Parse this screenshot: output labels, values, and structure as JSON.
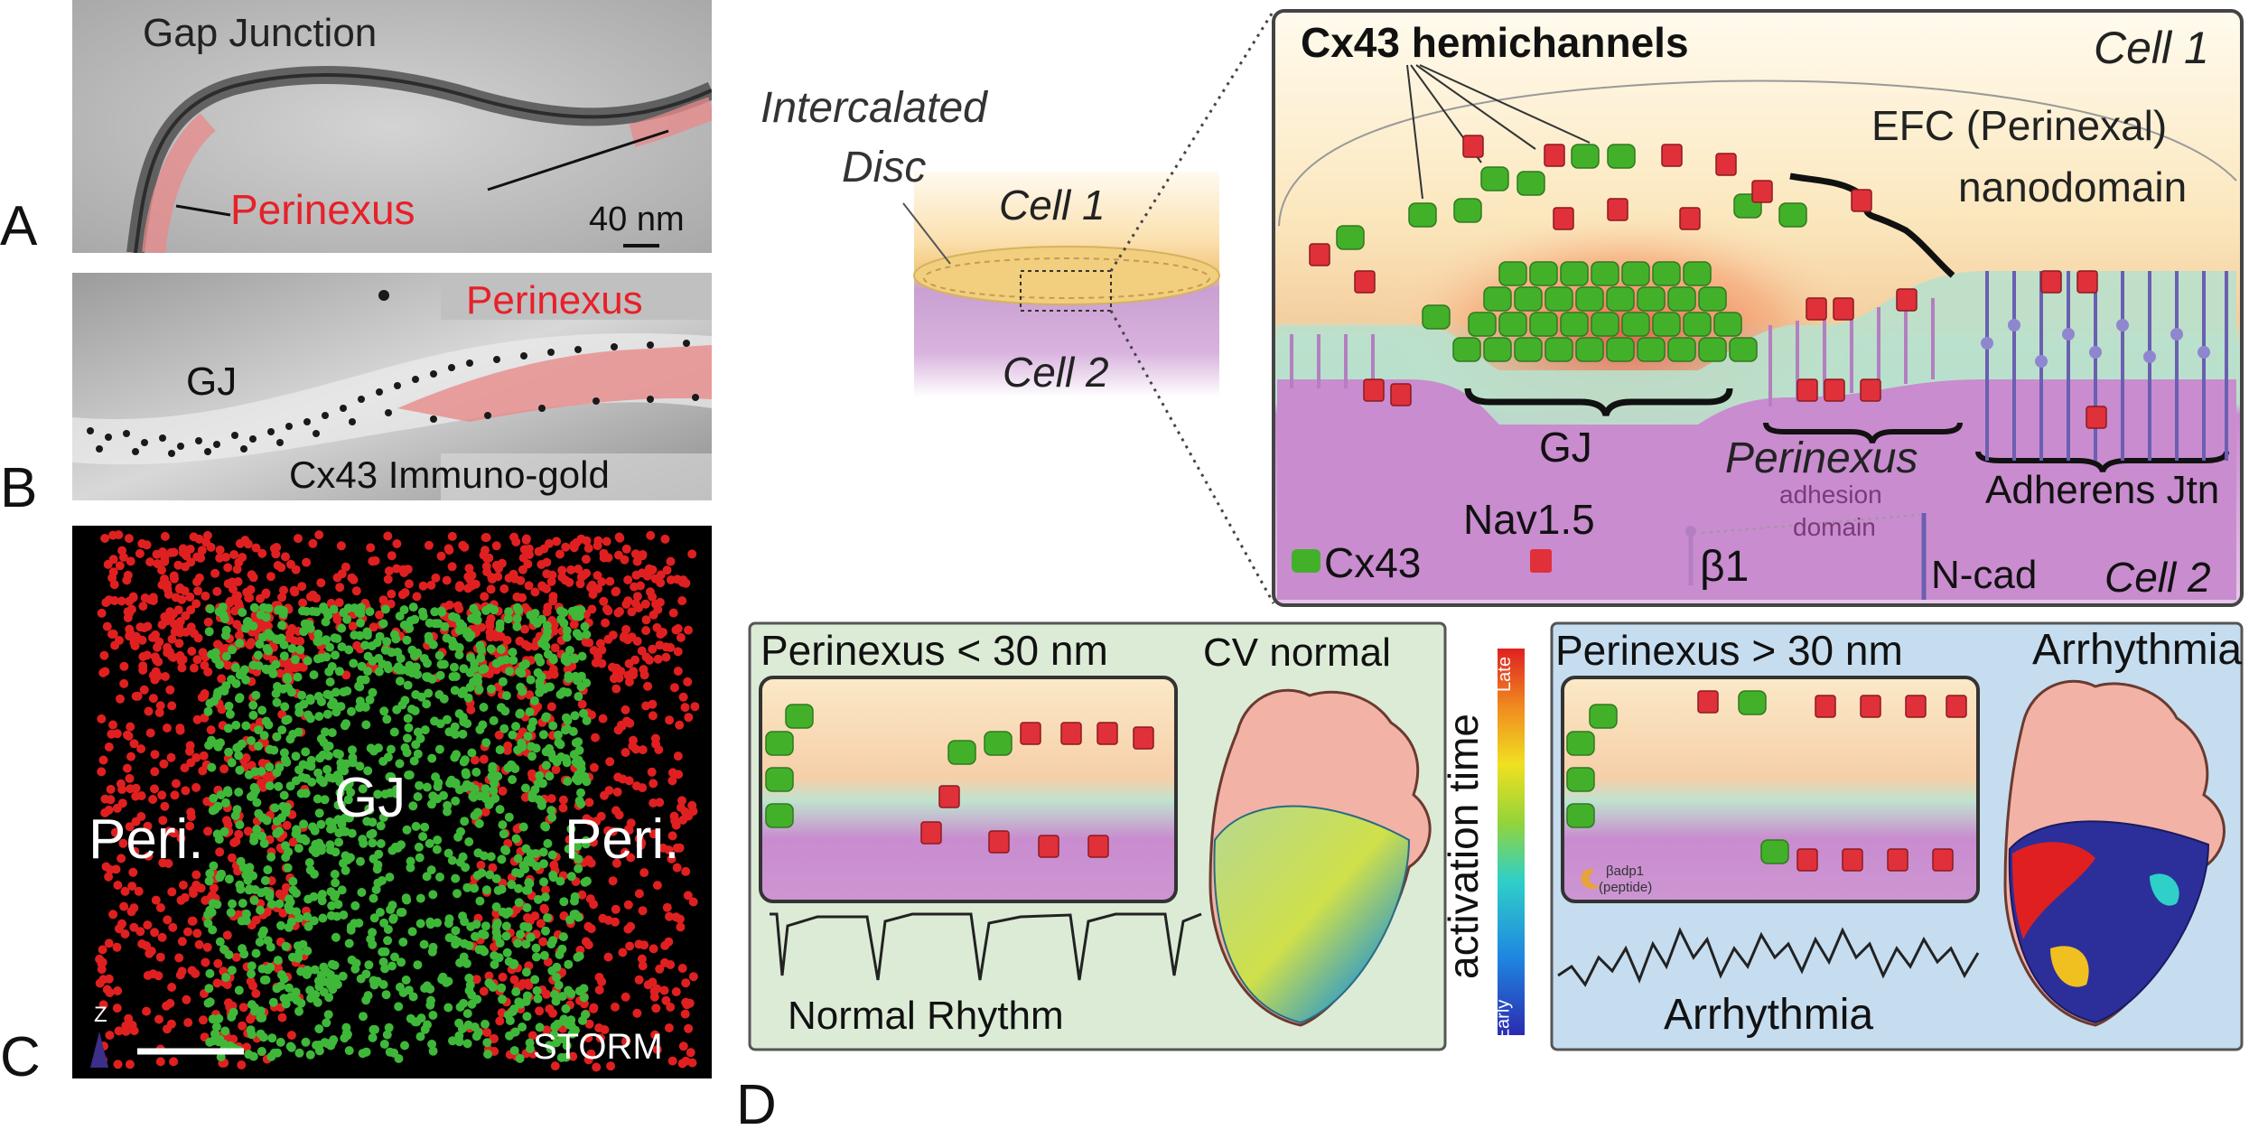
{
  "panel_letters": {
    "a": "A",
    "b": "B",
    "c": "C",
    "d": "D"
  },
  "panel_a": {
    "title": "Gap Junction",
    "perinexus": "Perinexus",
    "scale": "40 nm"
  },
  "panel_b": {
    "perinexus": "Perinexus",
    "gj": "GJ",
    "method": "Cx43 Immuno-gold"
  },
  "panel_c": {
    "gj": "GJ",
    "peri_left": "Peri.",
    "peri_right": "Peri.",
    "z": "Z",
    "method": "STORM"
  },
  "schematic": {
    "intercalated_disc_1": "Intercalated",
    "intercalated_disc_2": "Disc",
    "cell1": "Cell 1",
    "cell2": "Cell 2"
  },
  "zoom": {
    "hemichannels": "Cx43 hemichannels",
    "cell1": "Cell 1",
    "efc_1": "EFC (Perinexal)",
    "efc_2": "nanodomain",
    "gj": "GJ",
    "perinexus": "Perinexus",
    "adhesion_1": "adhesion",
    "adhesion_2": "domain",
    "adherens": "Adherens Jtn",
    "nav": "Nav1.5",
    "cx43": "Cx43",
    "beta1": "β1",
    "ncad": "N-cad",
    "cell2": "Cell 2"
  },
  "normal_box": {
    "title": "Perinexus < 30 nm",
    "cv": "CV normal",
    "rhythm": "Normal Rhythm"
  },
  "arrhythmia_box": {
    "title": "Perinexus > 30 nm",
    "heading": "Arrhythmia",
    "trace": "Arrhythmia",
    "peptide_1": "βadp1",
    "peptide_2": "(peptide)"
  },
  "colorbar": {
    "label": "activation time",
    "late": "Late",
    "early": "Early"
  },
  "colors": {
    "perinexus_red": "#e8202a",
    "gj_green": "#43b02a",
    "nav_red": "#e0303a",
    "cell2_magenta": "#c98ccf",
    "normal_bg": "#dcebd6",
    "arrhythmia_bg": "#c6ddf0"
  }
}
